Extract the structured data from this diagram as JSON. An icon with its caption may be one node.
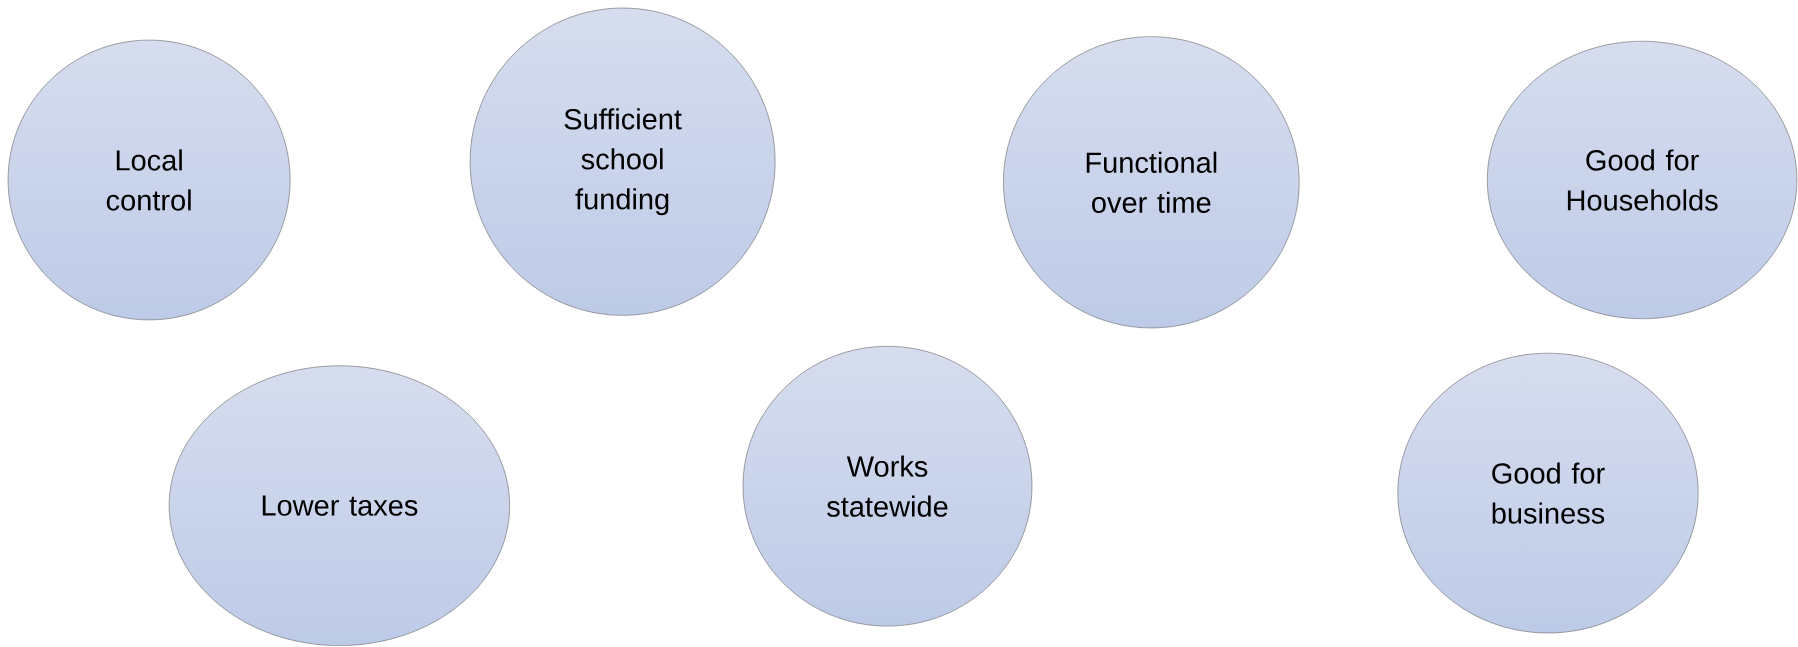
{
  "diagram": {
    "nodes": [
      {
        "text": [
          "Local control"
        ]
      },
      {
        "text": [
          "Sufficient school funding"
        ]
      },
      {
        "text": [
          "Functional over time"
        ]
      },
      {
        "text": [
          "Good for Households"
        ]
      },
      {
        "text": [
          "Lower taxes"
        ]
      },
      {
        "text": [
          "Works statewide"
        ]
      },
      {
        "text": [
          "Good for business"
        ]
      }
    ]
  }
}
